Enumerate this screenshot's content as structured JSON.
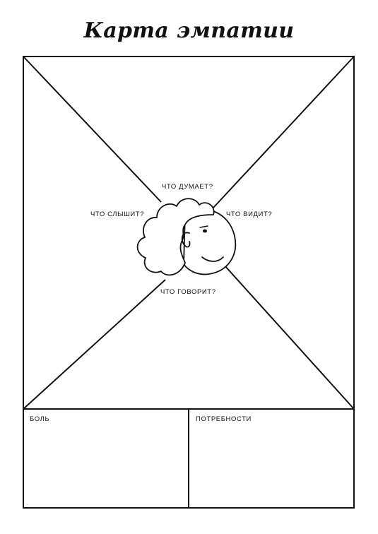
{
  "title": "Карта эмпатии",
  "quadrants": {
    "thinks": "ЧТО ДУМАЕТ?",
    "hears": "ЧТО СЛЫШИТ?",
    "sees": "ЧТО ВИДИТ?",
    "says": "ЧТО ГОВОРИТ?"
  },
  "bottom": {
    "pain": "БОЛЬ",
    "needs": "ПОТРЕБНОСТИ"
  },
  "colors": {
    "line": "#111111",
    "background": "#ffffff"
  },
  "icons": {
    "center": "person-head-icon"
  }
}
